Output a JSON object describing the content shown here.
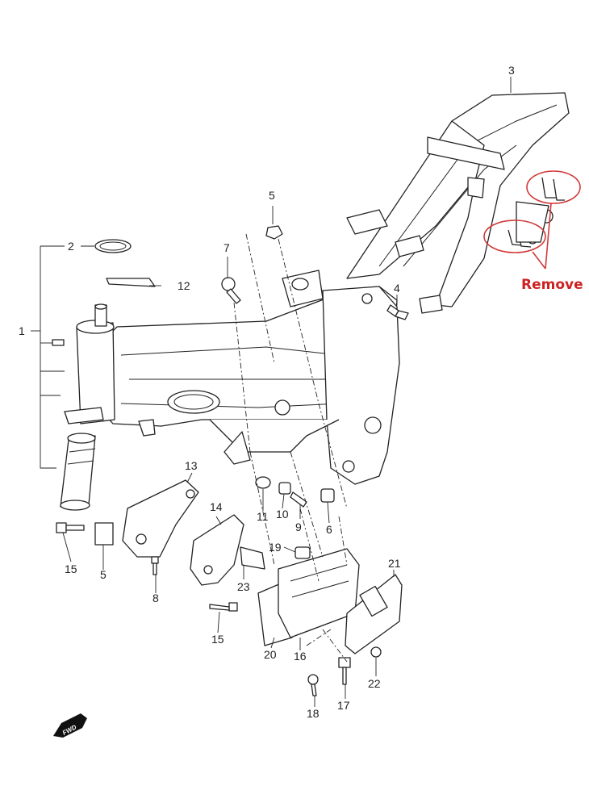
{
  "diagram": {
    "part_numbers": {
      "p1": "1",
      "p2": "2",
      "p3": "3",
      "p4": "4",
      "p5a": "5",
      "p5b": "5",
      "p6": "6",
      "p7": "7",
      "p8": "8",
      "p9": "9",
      "p10": "10",
      "p11": "11",
      "p12": "12",
      "p13": "13",
      "p14": "14",
      "p15a": "15",
      "p15b": "15",
      "p16": "16",
      "p17": "17",
      "p18": "18",
      "p19": "19",
      "p20": "20",
      "p21": "21",
      "p22": "22",
      "p23": "23"
    },
    "annotation": {
      "text": "Remove",
      "color": "#cc2222"
    },
    "direction_arrow": {
      "text": "FWD"
    }
  }
}
